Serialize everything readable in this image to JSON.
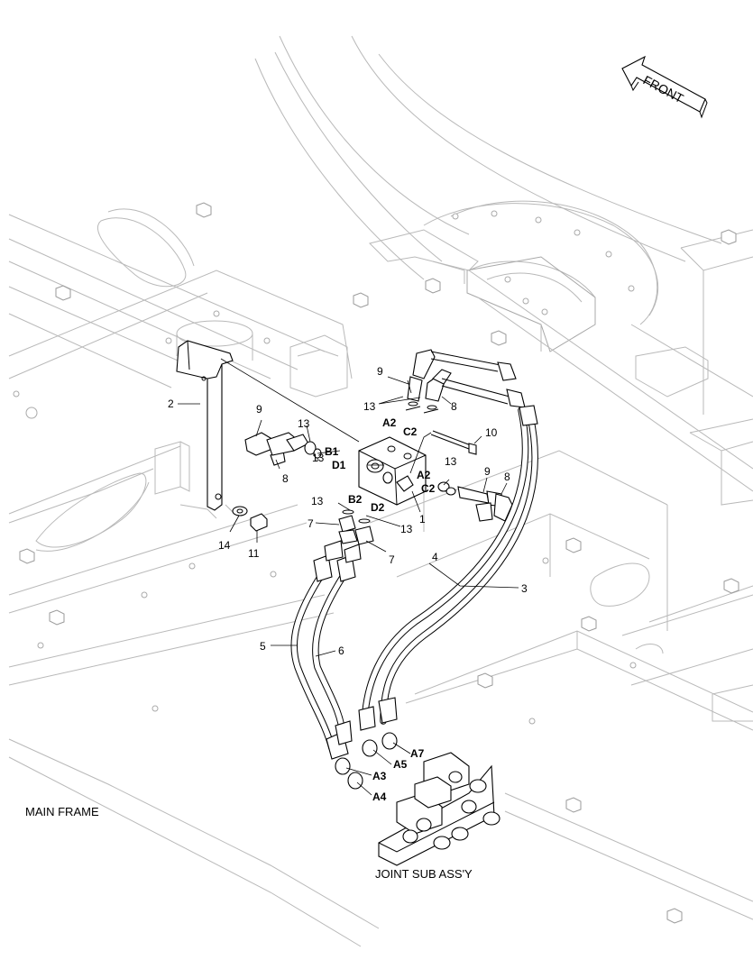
{
  "direction_label": "FRONT",
  "captions": {
    "main_frame": "MAIN FRAME",
    "joint_sub_assy": "JOINT SUB ASS'Y"
  },
  "part_numbers": {
    "p1": "1",
    "p2": "2",
    "p3": "3",
    "p4": "4",
    "p5": "5",
    "p6": "6",
    "p7a": "7",
    "p7b": "7",
    "p8a": "8",
    "p8b": "8",
    "p8c": "8",
    "p9a": "9",
    "p9b": "9",
    "p9c": "9",
    "p10": "10",
    "p11": "11",
    "p13a": "13",
    "p13b": "13",
    "p13c": "13",
    "p13d": "13",
    "p13e": "13",
    "p13f": "13",
    "p14": "14"
  },
  "port_labels": {
    "a2_top": "A2",
    "c2_top": "C2",
    "b1": "B1",
    "d1": "D1",
    "a2_right": "A2",
    "c2_right": "C2",
    "b2": "B2",
    "d2": "D2",
    "a7": "A7",
    "a5": "A5",
    "a3": "A3",
    "a4": "A4"
  }
}
